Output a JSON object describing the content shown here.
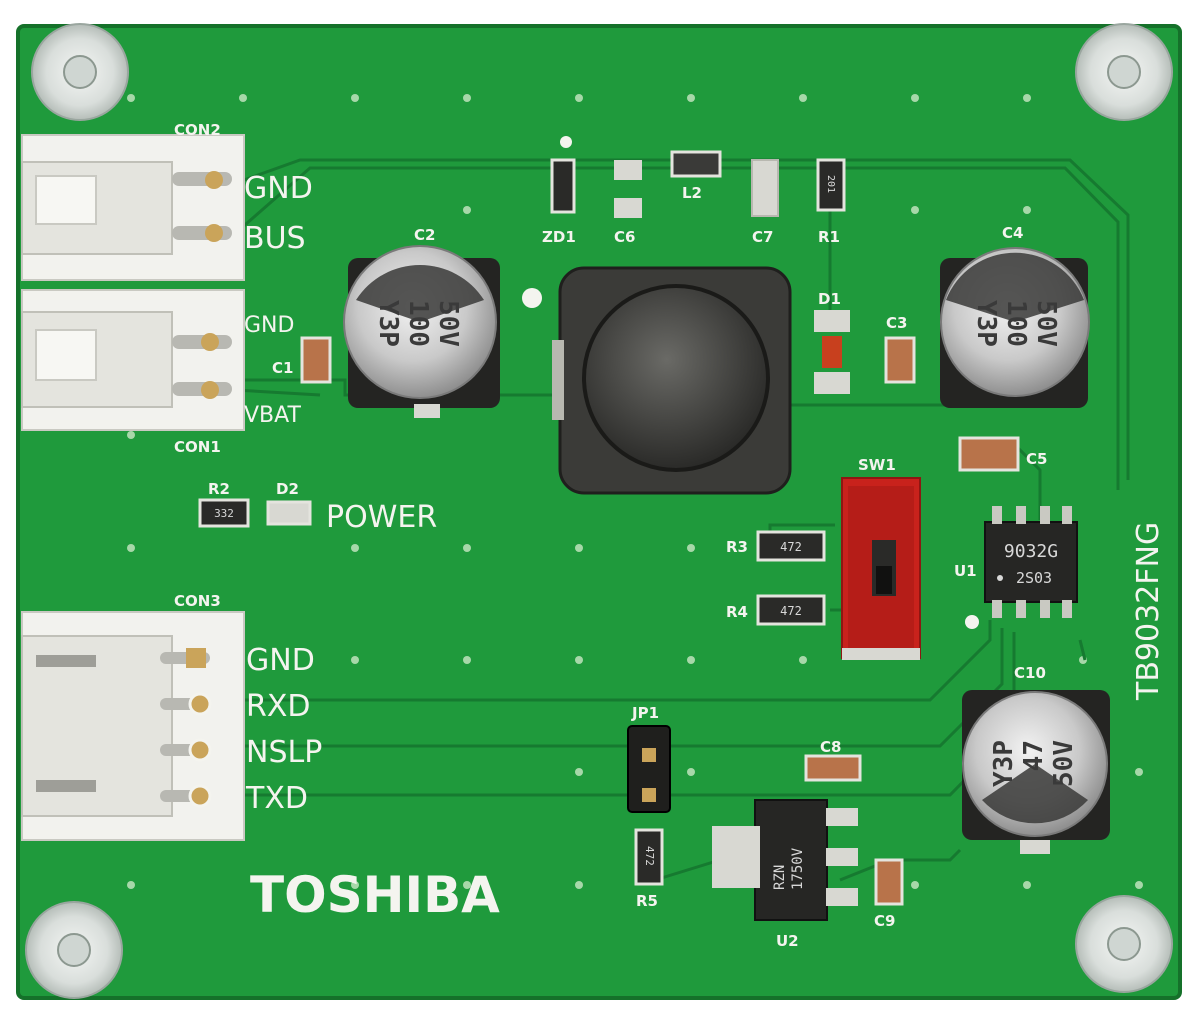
{
  "board": {
    "brand": "TOSHIBA",
    "part_number": "TB9032FNG",
    "colors": {
      "pcb": "#1f9a3c",
      "pcb_edge": "#15712a",
      "trace": "#167a30",
      "silkscreen": "#f4f4ef",
      "switch": "#c8221c",
      "connector": "#f2f2ee"
    }
  },
  "connectors": {
    "con2": {
      "ref": "CON2",
      "pins": [
        "GND",
        "BUS"
      ]
    },
    "con1": {
      "ref": "CON1",
      "pins": [
        "GND",
        "VBAT"
      ]
    },
    "con3": {
      "ref": "CON3",
      "pins": [
        "GND",
        "RXD",
        "NSLP",
        "TXD"
      ]
    }
  },
  "labels": {
    "power": "POWER",
    "c1": "C1",
    "c2": "C2",
    "c3": "C3",
    "c4": "C4",
    "c5": "C5",
    "c6": "C6",
    "c7": "C7",
    "c8": "C8",
    "c9": "C9",
    "c10": "C10",
    "c6b": "C6",
    "zd1": "ZD1",
    "l2": "L2",
    "r1": "R1",
    "d1": "D1",
    "d2": "D2",
    "r2": "R2",
    "r3": "R3",
    "r4": "R4",
    "r5": "R5",
    "sw1": "SW1",
    "u1": "U1",
    "u2": "U2",
    "jp1": "JP1"
  },
  "component_markings": {
    "c2": [
      "Y3P",
      "100",
      "50V"
    ],
    "c4": [
      "Y3P",
      "100",
      "50V"
    ],
    "c10": [
      "Y3P",
      "47",
      "50V"
    ],
    "u1": [
      "9032G",
      "2S03"
    ],
    "u2": [
      "RZN",
      "1750V"
    ],
    "r2": "332",
    "r3": "472",
    "r4": "472",
    "r5": "472",
    "r1": "201"
  }
}
